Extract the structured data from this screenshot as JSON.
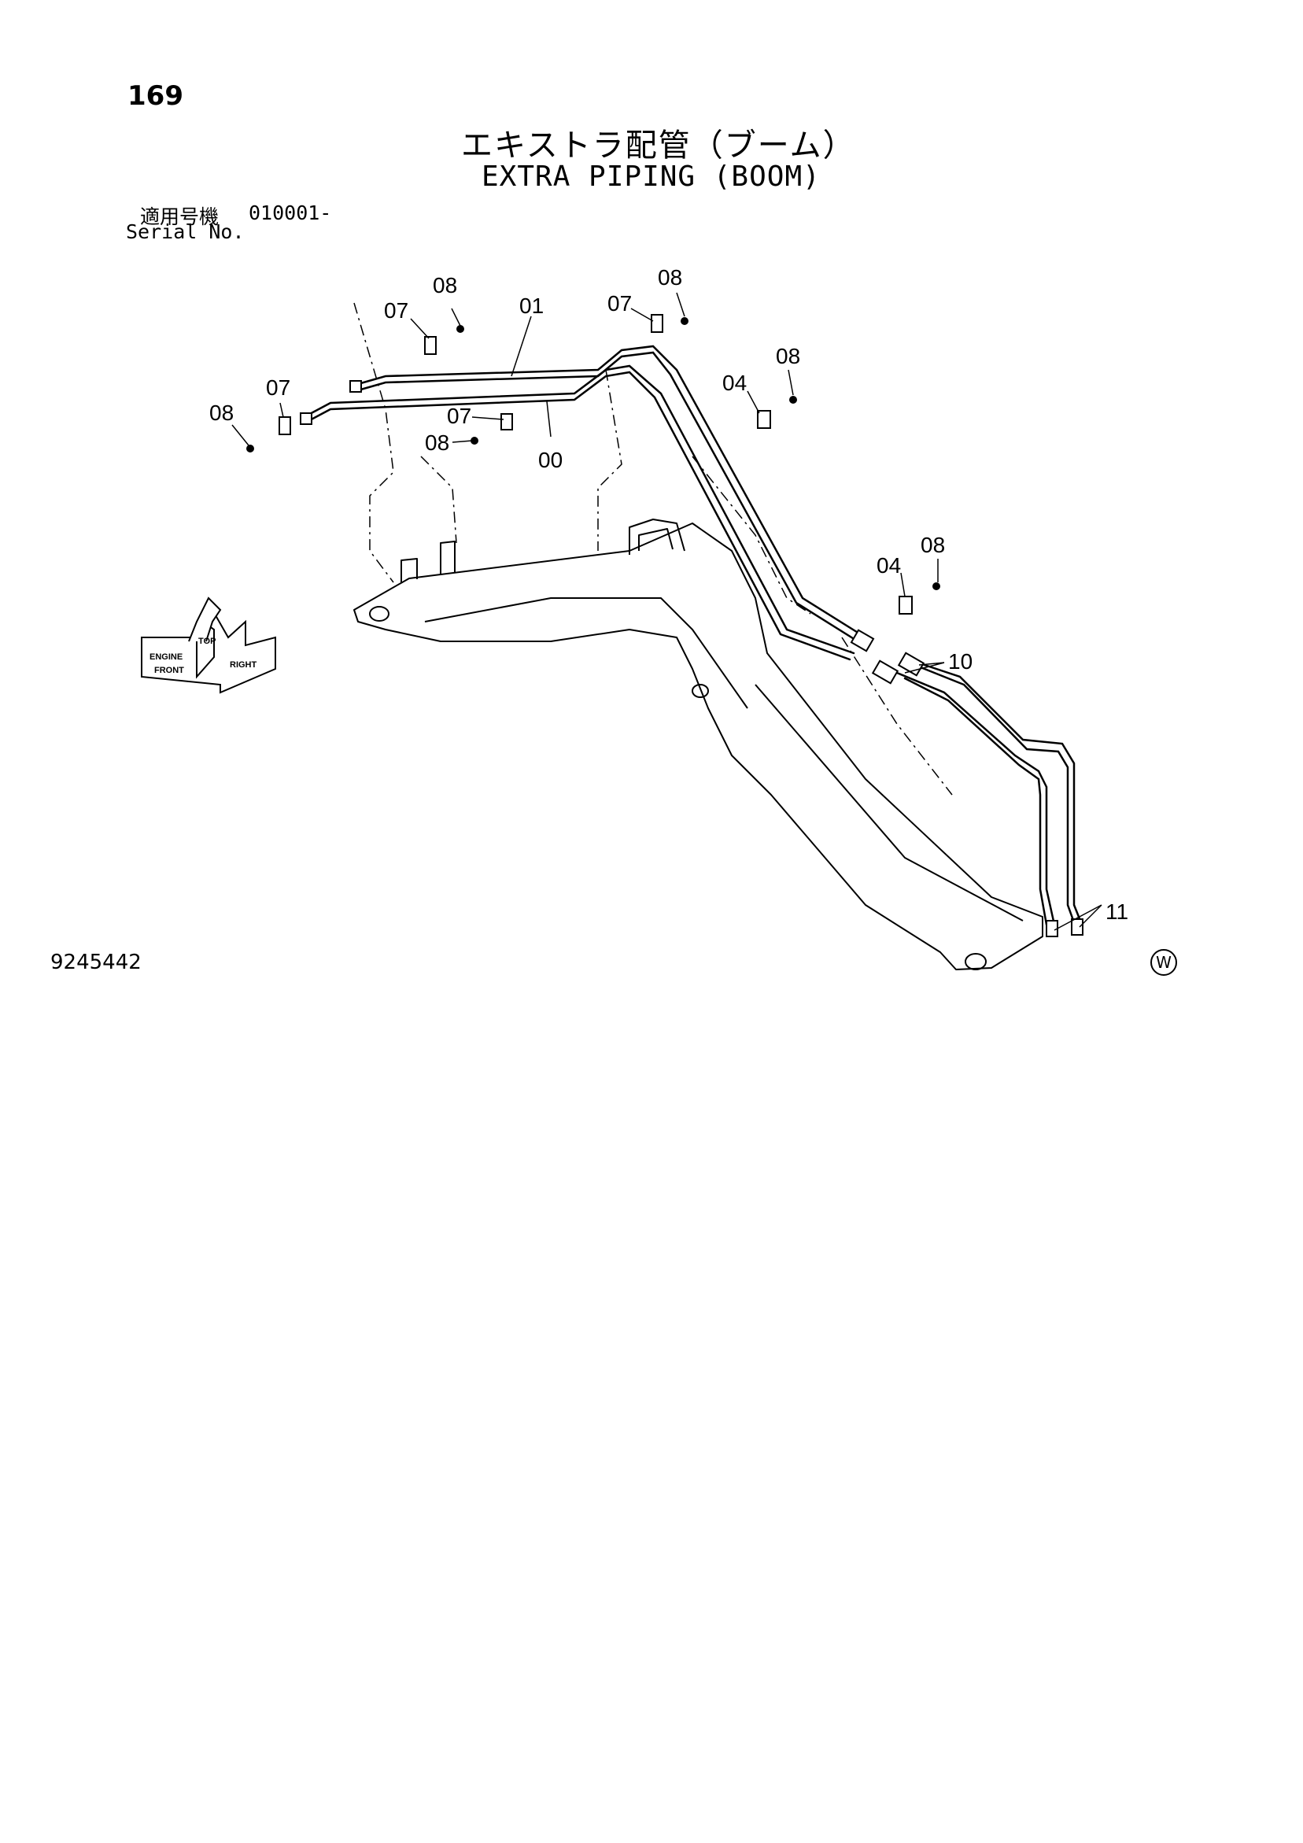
{
  "header": {
    "page_number": "169",
    "title_jp": "エキストラ配管（ブーム）",
    "title_en": "EXTRA PIPING (BOOM)",
    "serial_label_jp": "適用号機",
    "serial_value": "010001-",
    "serial_label_en": "Serial No."
  },
  "callouts": {
    "c01": "01",
    "c00": "00",
    "c04a": "04",
    "c04b": "04",
    "c07a": "07",
    "c07b": "07",
    "c07c": "07",
    "c07d": "07",
    "c08a": "08",
    "c08b": "08",
    "c08c": "08",
    "c08d": "08",
    "c08e": "08",
    "c08f": "08",
    "c10": "10",
    "c11": "11"
  },
  "compass": {
    "top": "TOP",
    "front": "FRONT",
    "right": "RIGHT",
    "engine": "ENGINE"
  },
  "footer": {
    "drawing_number": "9245442",
    "mark": "W"
  }
}
